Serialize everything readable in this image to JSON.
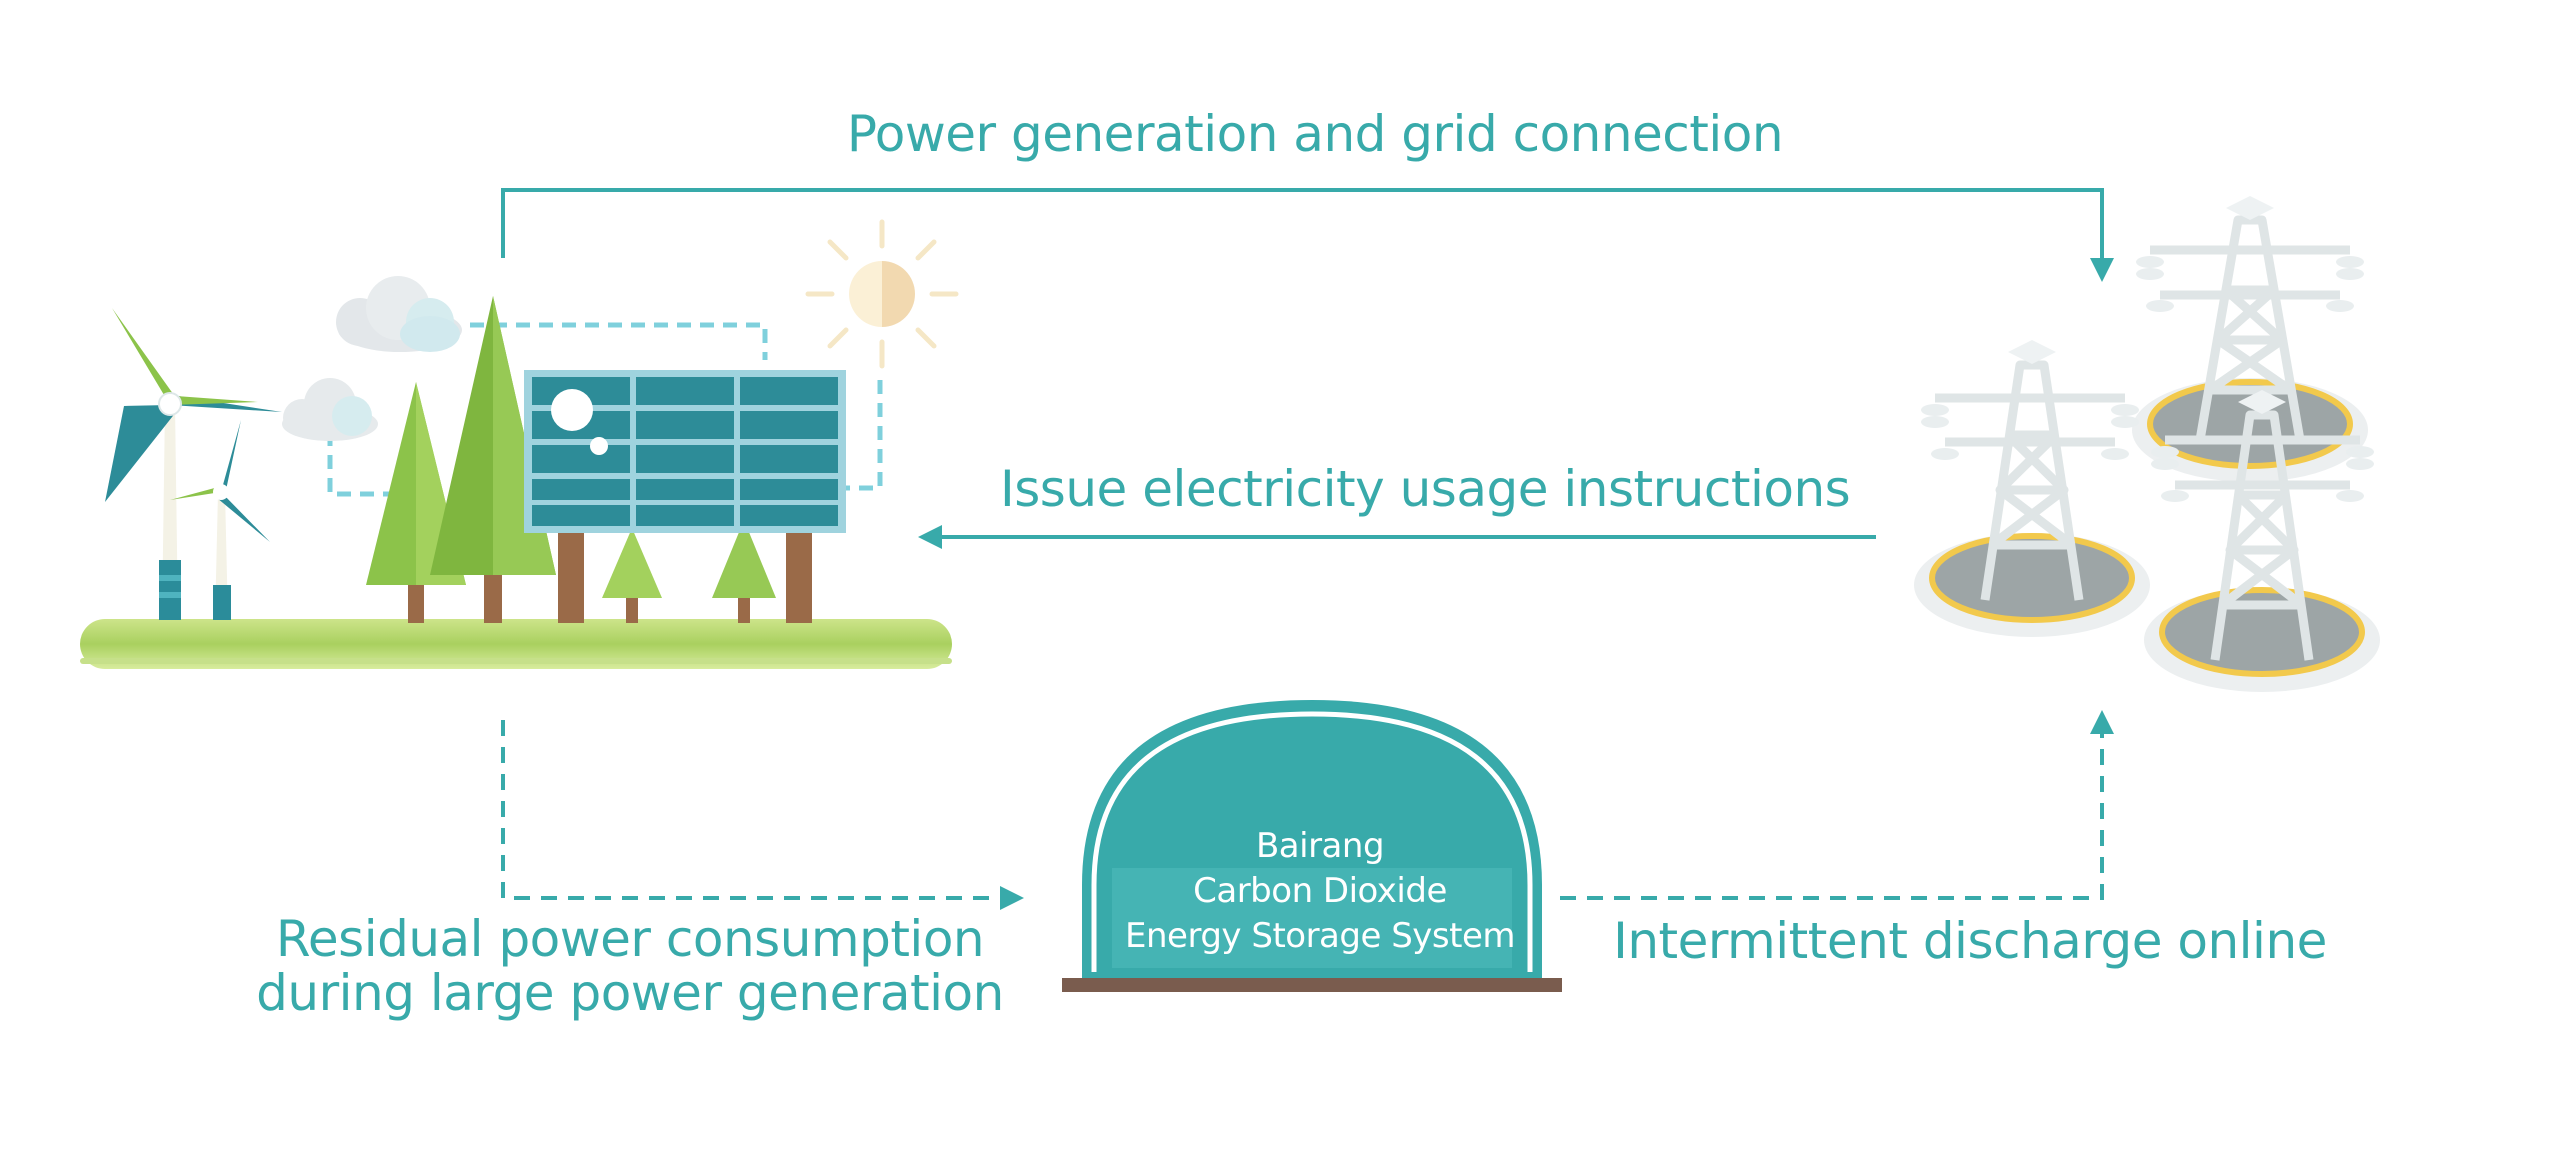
{
  "flows": {
    "grid_connection": "Power generation and grid connection",
    "usage_instructions": "Issue electricity usage instructions",
    "residual_line1": "Residual power consumption",
    "residual_line2": "during large power generation",
    "intermittent": "Intermittent discharge online"
  },
  "storage": {
    "line1": "Bairang",
    "line2": "Carbon Dioxide",
    "line3": "Energy Storage System"
  },
  "colors": {
    "teal": "#38aaaa",
    "panel": "#2d8c98",
    "tree_green": "#8cc34a",
    "ground": "#b5d86a",
    "trunk": "#9a6a48",
    "sun": "#f3e2bf",
    "tower": "#e6ebec",
    "base_ring": "#f2c94c"
  },
  "icons": [
    "wind-turbine-icon",
    "solar-panel-icon",
    "sun-icon",
    "cloud-icon",
    "tree-icon",
    "transmission-tower-icon"
  ]
}
